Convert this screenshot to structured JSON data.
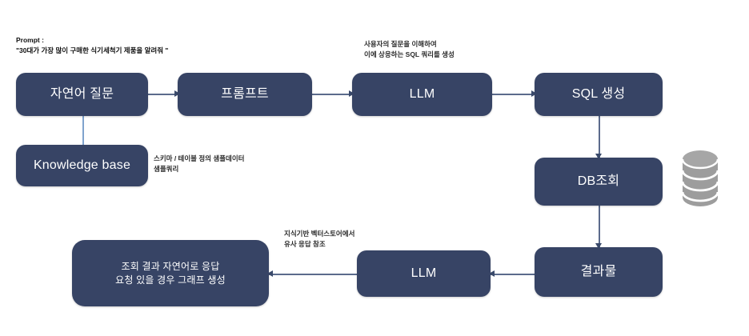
{
  "diagram": {
    "title": "Text-to-SQL RAG flow",
    "colors": {
      "node_fill": "#374465",
      "node_text": "#ffffff",
      "arrow": "#5b6b8c",
      "link_light": "#7fa3ce",
      "db_icon": "#9d9d9d",
      "background": "#ffffff"
    },
    "notes": [
      {
        "name": "prompt-note",
        "text": "Prompt :\n\"30대가 가장 많이 구매한 식기세척기 제품을 알려줘 \""
      },
      {
        "name": "llm-note",
        "text": "사용자의 질문을 이해하여\n이에 상응하는 SQL 쿼리를 생성"
      },
      {
        "name": "knowledge-base-note",
        "text": "스키마 / 테이블 정의 샘플데이터\n샘플쿼리"
      },
      {
        "name": "vectorstore-note",
        "text": "지식기반 벡터스토어에서\n유사 응답 참조"
      }
    ],
    "nodes": [
      {
        "name": "natural-language-question",
        "label": "자연어 질문"
      },
      {
        "name": "prompt",
        "label": "프롬프트"
      },
      {
        "name": "llm-top",
        "label": "LLM"
      },
      {
        "name": "sql-generation",
        "label": "SQL 생성"
      },
      {
        "name": "knowledge-base",
        "label": "Knowledge base"
      },
      {
        "name": "db-query",
        "label": "DB조회"
      },
      {
        "name": "result",
        "label": "결과물"
      },
      {
        "name": "llm-bottom",
        "label": "LLM"
      },
      {
        "name": "answer",
        "label": "조회 결과 자연어로 응답\n요청 있을 경우 그래프 생성"
      }
    ],
    "icons": [
      {
        "name": "database-cylinder-icon",
        "label": "database"
      }
    ]
  }
}
